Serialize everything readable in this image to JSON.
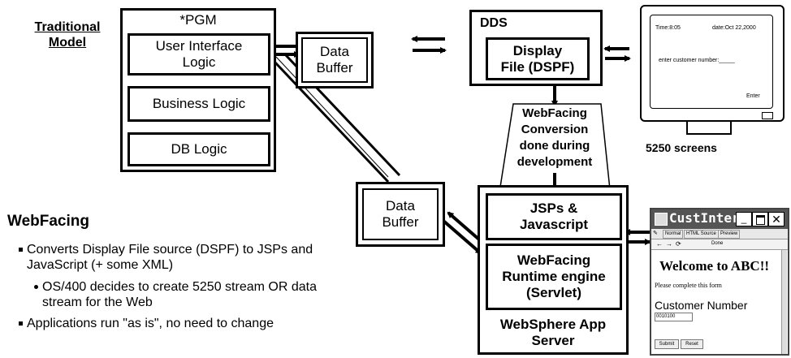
{
  "traditional_model": {
    "line1": "Traditional",
    "line2": "Model"
  },
  "pgm": {
    "title": "*PGM",
    "ui_logic": [
      "User Interface",
      "Logic"
    ],
    "business_logic": "Business Logic",
    "db_logic": "DB Logic"
  },
  "data_buffer_top": [
    "Data",
    "Buffer"
  ],
  "data_buffer_bottom": [
    "Data",
    "Buffer"
  ],
  "dds": {
    "title": "DDS",
    "display_file": [
      "Display",
      "File (DSPF)"
    ]
  },
  "conversion": [
    "WebFacing",
    "Conversion",
    "done during",
    "development"
  ],
  "terminal": {
    "time": "Time:8:05",
    "date": "date:Oct 22,2000",
    "prompt": "enter customer number:_____",
    "enter": "Enter",
    "caption": "5250 screens"
  },
  "websphere": {
    "jsp": [
      "JSPs &",
      "Javascript"
    ],
    "runtime": [
      "WebFacing",
      "Runtime engine",
      "(Servlet)"
    ],
    "server": [
      "WebSphere App",
      "Server"
    ]
  },
  "browser": {
    "title": "CustInterI...",
    "tabs": [
      "Normal",
      "HTML Source",
      "Preview"
    ],
    "status": "Done",
    "heading": "Welcome to ABC!!",
    "subtext": "Please complete this form",
    "field_label": "Customer Number",
    "field_value": "0010100",
    "submit": "Submit",
    "reset": "Reset"
  },
  "webfacing_section": {
    "title": "WebFacing",
    "bullet1": [
      "Converts Display File source (DSPF) to JSPs and",
      "JavaScript (+ some XML)"
    ],
    "sub_bullet": [
      "OS/400 decides to create 5250 stream OR data",
      "stream for the Web"
    ],
    "bullet2": "Applications run \"as is\", no need to change"
  }
}
